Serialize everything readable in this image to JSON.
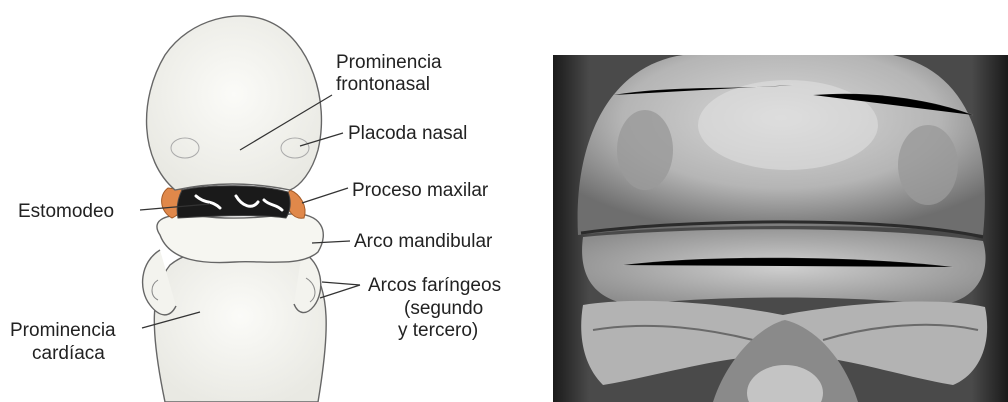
{
  "diagram": {
    "labels": {
      "frontonasal": "Prominencia\nfrontonasal",
      "nasal_placode": "Placoda nasal",
      "maxillary": "Proceso maxilar",
      "stomodeum": "Estomodeo",
      "mandibular": "Arco mandibular",
      "pharyngeal_line1": "Arcos faríngeos",
      "pharyngeal_line2": "(segundo",
      "pharyngeal_line3": "y tercero)",
      "cardiac_line1": "Prominencia",
      "cardiac_line2": "cardíaca"
    },
    "colors": {
      "maxillary_highlight": "#e0884a",
      "stomodeum_dark": "#1a1a1a",
      "outline": "#555555"
    }
  },
  "photo": {
    "kind": "scanning-electron-micrograph",
    "tone": "grayscale"
  }
}
